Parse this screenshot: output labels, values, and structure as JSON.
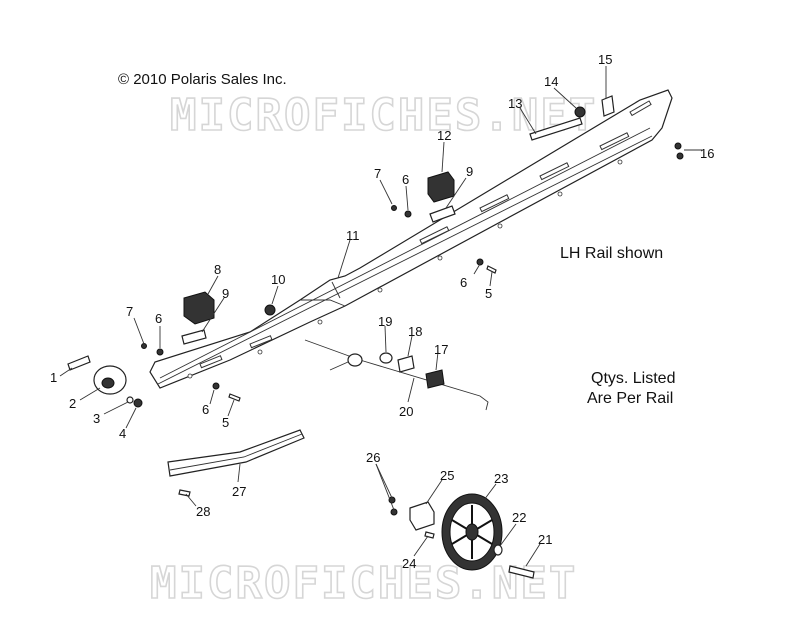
{
  "copyright": "© 2010 Polaris Sales Inc.",
  "watermark": "MICROFICHES.NET",
  "notes": {
    "rail": "LH Rail shown",
    "qty_line1": "Qtys. Listed",
    "qty_line2": "Are Per Rail"
  },
  "callouts": [
    {
      "id": "c1",
      "label": "1"
    },
    {
      "id": "c2",
      "label": "2"
    },
    {
      "id": "c3",
      "label": "3"
    },
    {
      "id": "c4",
      "label": "4"
    },
    {
      "id": "c5a",
      "label": "5"
    },
    {
      "id": "c5b",
      "label": "5"
    },
    {
      "id": "c6a",
      "label": "6"
    },
    {
      "id": "c6b",
      "label": "6"
    },
    {
      "id": "c6c",
      "label": "6"
    },
    {
      "id": "c6d",
      "label": "6"
    },
    {
      "id": "c7a",
      "label": "7"
    },
    {
      "id": "c7b",
      "label": "7"
    },
    {
      "id": "c8",
      "label": "8"
    },
    {
      "id": "c9a",
      "label": "9"
    },
    {
      "id": "c9b",
      "label": "9"
    },
    {
      "id": "c10",
      "label": "10"
    },
    {
      "id": "c11",
      "label": "11"
    },
    {
      "id": "c12",
      "label": "12"
    },
    {
      "id": "c13",
      "label": "13"
    },
    {
      "id": "c14",
      "label": "14"
    },
    {
      "id": "c15",
      "label": "15"
    },
    {
      "id": "c16",
      "label": "16"
    },
    {
      "id": "c17",
      "label": "17"
    },
    {
      "id": "c18",
      "label": "18"
    },
    {
      "id": "c19",
      "label": "19"
    },
    {
      "id": "c20",
      "label": "20"
    },
    {
      "id": "c21",
      "label": "21"
    },
    {
      "id": "c22",
      "label": "22"
    },
    {
      "id": "c23",
      "label": "23"
    },
    {
      "id": "c24",
      "label": "24"
    },
    {
      "id": "c25",
      "label": "25"
    },
    {
      "id": "c26",
      "label": "26"
    },
    {
      "id": "c27",
      "label": "27"
    },
    {
      "id": "c28",
      "label": "28"
    }
  ]
}
